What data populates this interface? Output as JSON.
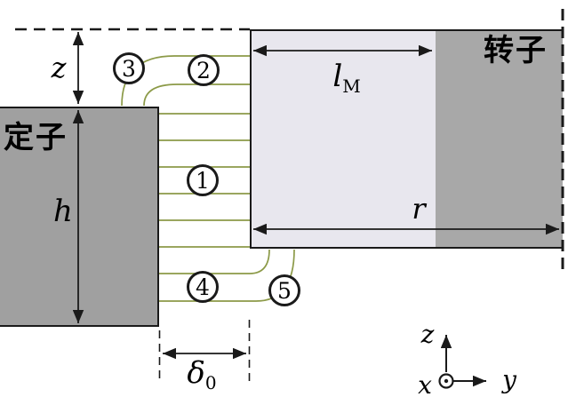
{
  "labels": {
    "stator": "定子",
    "rotor": "转子",
    "dim_z": "z",
    "dim_h": "h",
    "dim_lm_base": "l",
    "dim_lm_sub": "M",
    "dim_r": "r",
    "dim_delta_base": "δ",
    "dim_delta_sub": "0",
    "axis_x": "x",
    "axis_y": "y",
    "axis_z": "z"
  },
  "region_labels": [
    "1",
    "2",
    "3",
    "4",
    "5"
  ],
  "colors": {
    "outline": "#1a1a1a",
    "stator_fill": "#a0a0a0",
    "rotor_fill": "#a8a8a8",
    "magnet_fill": "#e8e7ee",
    "flux_line": "#8c9a48",
    "background": "#ffffff"
  }
}
